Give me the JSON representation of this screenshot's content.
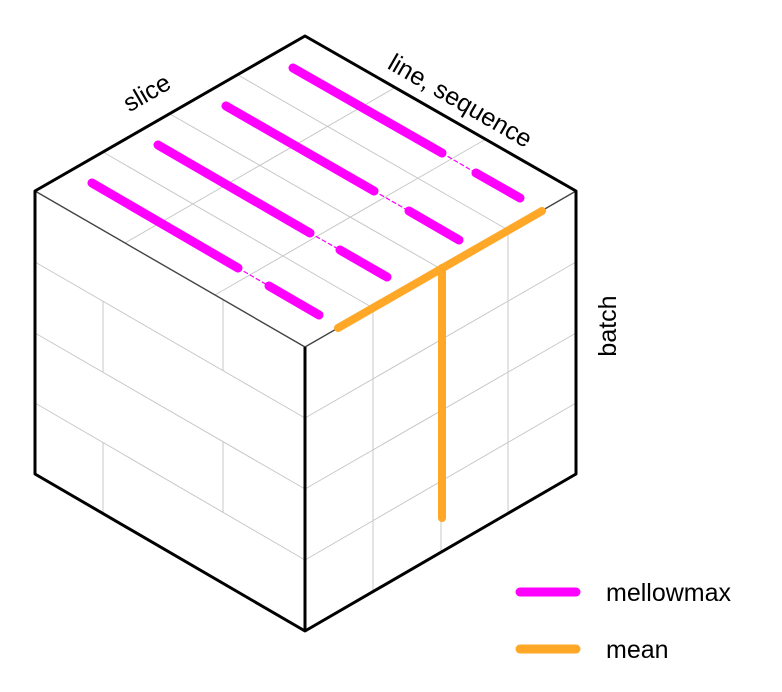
{
  "axes": {
    "slice": "slice",
    "line_sequence": "line, sequence",
    "batch": "batch"
  },
  "legend": [
    {
      "label": "mellowmax",
      "color": "#ff00ff"
    },
    {
      "label": "mean",
      "color": "#ffa726"
    }
  ],
  "colors": {
    "mellowmax": "#ff00ff",
    "mean": "#ffa726"
  }
}
